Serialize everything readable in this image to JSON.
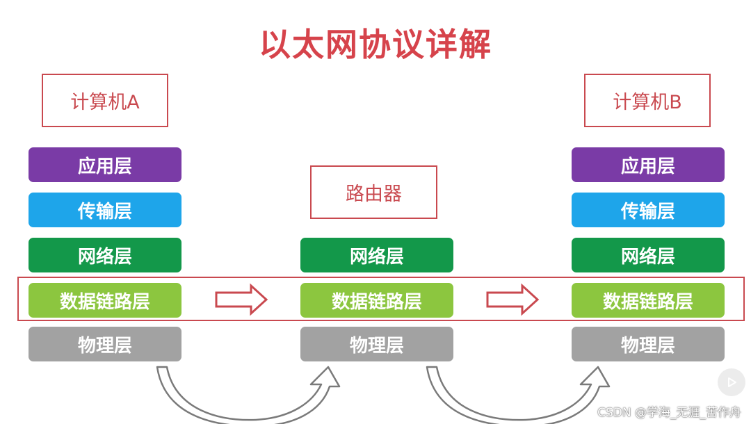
{
  "title": "以太网协议详解",
  "columns": [
    {
      "name": "计算机A",
      "layers": [
        "应用层",
        "传输层",
        "网络层",
        "数据链路层",
        "物理层"
      ]
    },
    {
      "name": "路由器",
      "layers": [
        "网络层",
        "数据链路层",
        "物理层"
      ]
    },
    {
      "name": "计算机B",
      "layers": [
        "应用层",
        "传输层",
        "网络层",
        "数据链路层",
        "物理层"
      ]
    }
  ],
  "colors": {
    "accent": "#d6434b",
    "application": "#7a3ba6",
    "transport": "#1ea5ea",
    "network": "#13984a",
    "datalink": "#8cc63f",
    "physical": "#a2a2a2"
  },
  "watermark": "CSDN @学海_无涯_苦作舟"
}
